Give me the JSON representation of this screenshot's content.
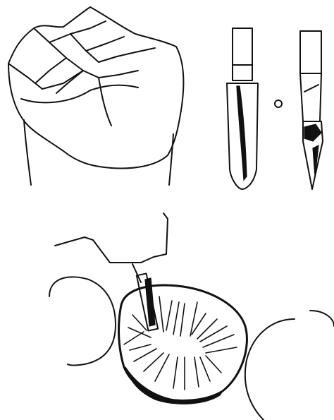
{
  "figure": {
    "panels": [
      {
        "name": "molar-tooth-occlusal-view"
      },
      {
        "name": "burs-comparison"
      },
      {
        "name": "bur-preparation-on-tooth"
      }
    ]
  }
}
